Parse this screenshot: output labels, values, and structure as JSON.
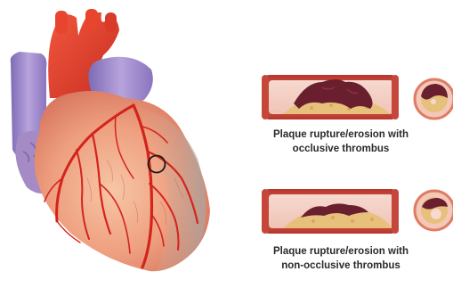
{
  "captions": {
    "top": {
      "line1": "Plaque rupture/erosion with",
      "line2": "occlusive thrombus"
    },
    "bottom": {
      "line1": "Plaque rupture/erosion with",
      "line2": "non-occlusive thrombus"
    }
  },
  "colors": {
    "heart_muscle": "#e9866d",
    "aorta": "#e8452f",
    "vein_purple": "#9e86c9",
    "artery_red": "#d3241c",
    "vessel_wall": "#c9473c",
    "plaque": "#e7c07c",
    "thrombus": "#6a1f2e"
  }
}
